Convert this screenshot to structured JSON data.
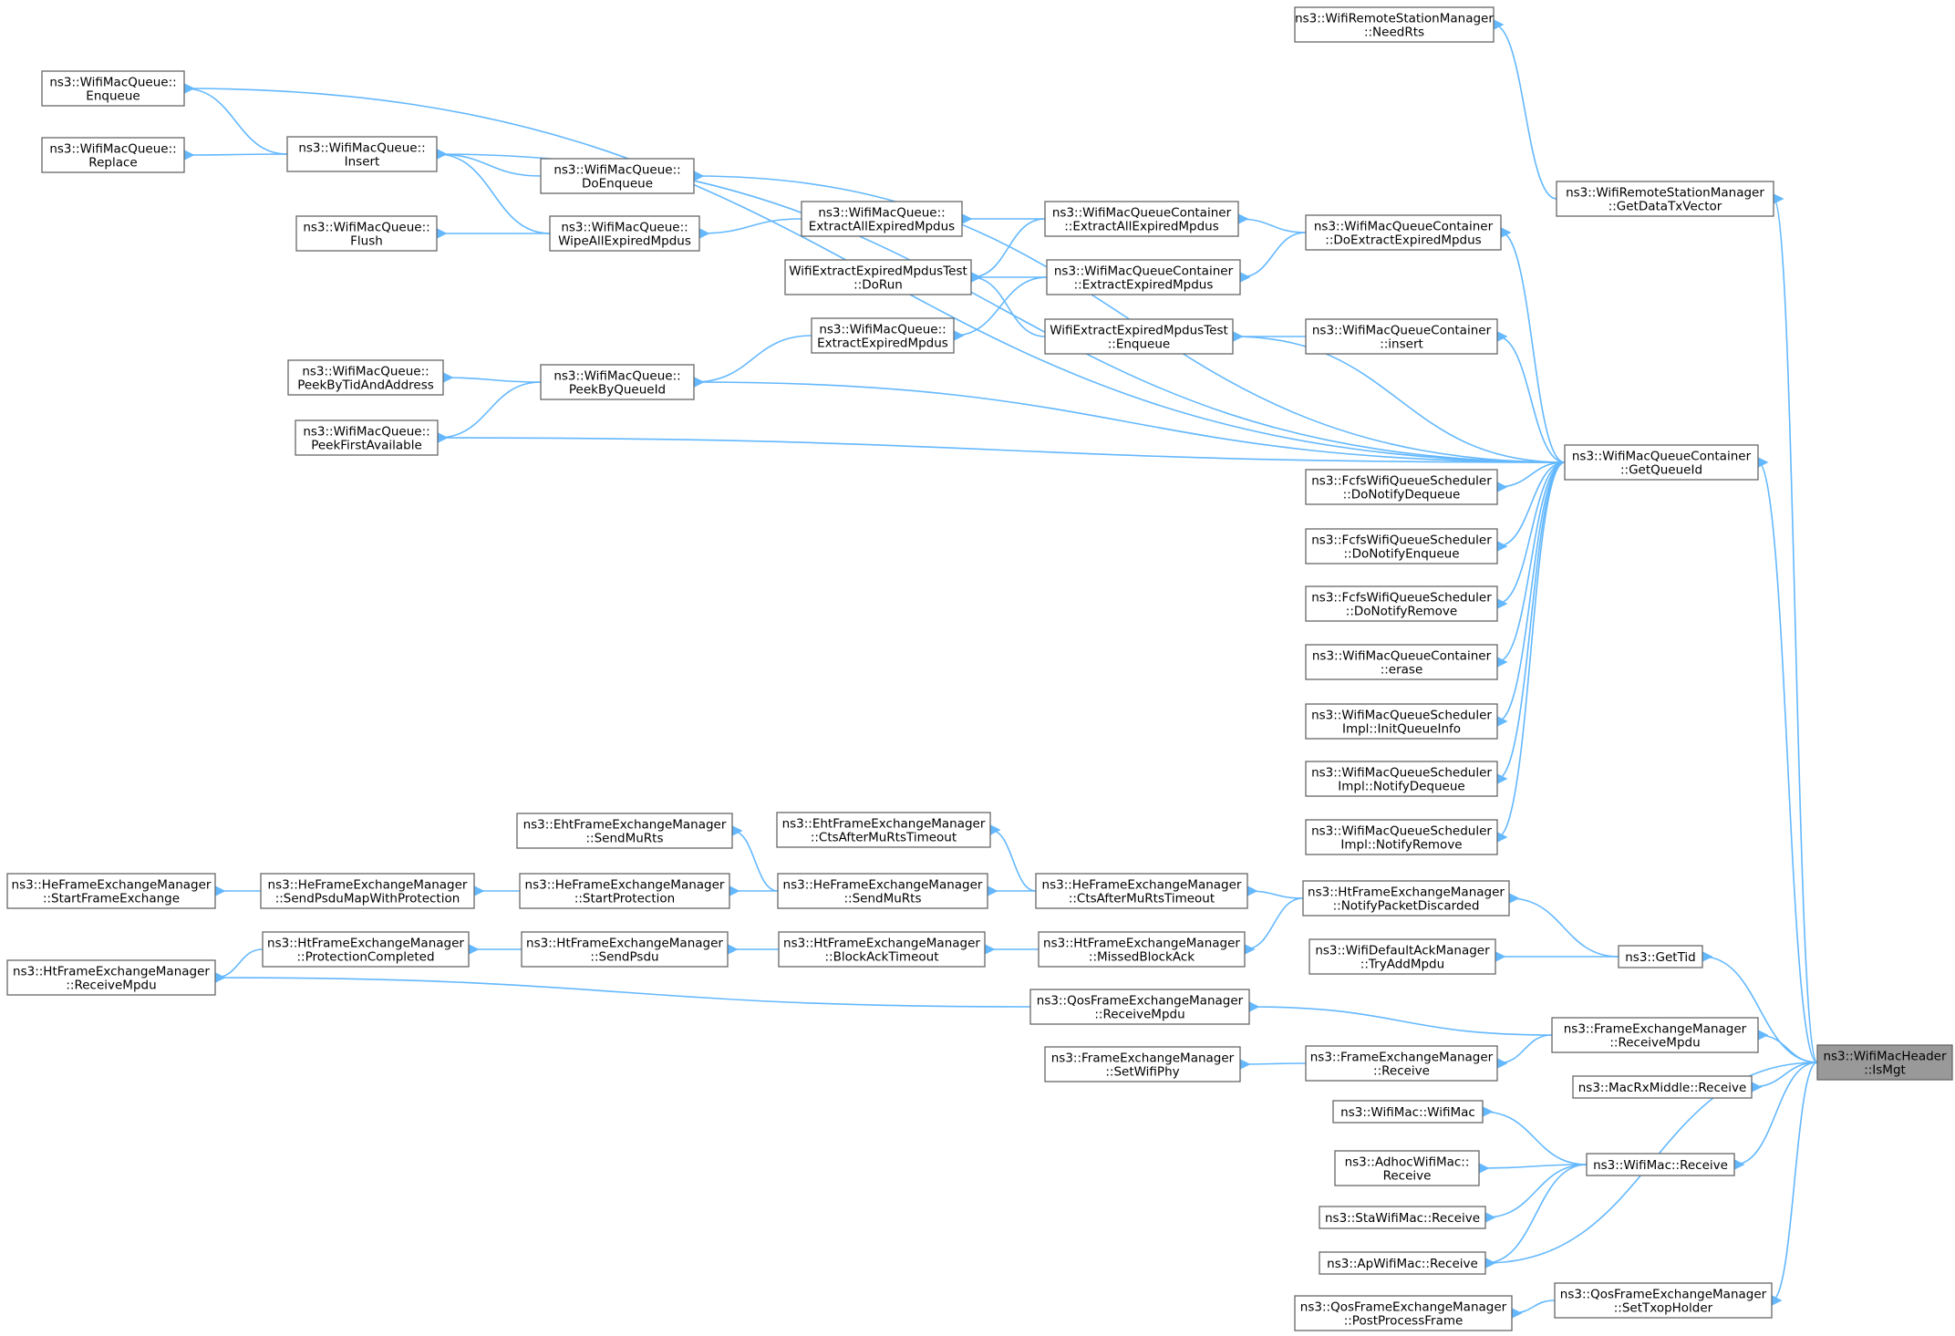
{
  "colors": {
    "edge": "#63b8ff",
    "node_border": "#666666",
    "node_fill": "#ffffff",
    "focus_fill": "#999999"
  },
  "nodes": [
    {
      "id": "ismgt",
      "lines": [
        "ns3::WifiMacHeader",
        "::IsMgt"
      ],
      "focus": true
    },
    {
      "id": "needrts",
      "lines": [
        "ns3::WifiRemoteStationManager",
        "::NeedRts"
      ]
    },
    {
      "id": "getdatatx",
      "lines": [
        "ns3::WifiRemoteStationManager",
        "::GetDataTxVector"
      ]
    },
    {
      "id": "getqueueid",
      "lines": [
        "ns3::WifiMacQueueContainer",
        "::GetQueueId"
      ]
    },
    {
      "id": "gettid",
      "lines": [
        "ns3::GetTid"
      ]
    },
    {
      "id": "fem_receivempdu",
      "lines": [
        "ns3::FrameExchangeManager",
        "::ReceiveMpdu"
      ]
    },
    {
      "id": "macrx",
      "lines": [
        "ns3::MacRxMiddle::Receive"
      ]
    },
    {
      "id": "wifimac_receive",
      "lines": [
        "ns3::WifiMac::Receive"
      ]
    },
    {
      "id": "apwifimac",
      "lines": [
        "ns3::ApWifiMac::Receive"
      ]
    },
    {
      "id": "settxop",
      "lines": [
        "ns3::QosFrameExchangeManager",
        "::SetTxopHolder"
      ]
    },
    {
      "id": "enqueue",
      "lines": [
        "ns3::WifiMacQueue::",
        "Enqueue"
      ]
    },
    {
      "id": "replace",
      "lines": [
        "ns3::WifiMacQueue::",
        "Replace"
      ]
    },
    {
      "id": "insert",
      "lines": [
        "ns3::WifiMacQueue::",
        "Insert"
      ]
    },
    {
      "id": "doenqueue",
      "lines": [
        "ns3::WifiMacQueue::",
        "DoEnqueue"
      ]
    },
    {
      "id": "flush",
      "lines": [
        "ns3::WifiMacQueue::",
        "Flush"
      ]
    },
    {
      "id": "wipe",
      "lines": [
        "ns3::WifiMacQueue::",
        "WipeAllExpiredMpdus"
      ]
    },
    {
      "id": "q_extractall",
      "lines": [
        "ns3::WifiMacQueue::",
        "ExtractAllExpiredMpdus"
      ]
    },
    {
      "id": "c_extractall",
      "lines": [
        "ns3::WifiMacQueueContainer",
        "::ExtractAllExpiredMpdus"
      ]
    },
    {
      "id": "doextract",
      "lines": [
        "ns3::WifiMacQueueContainer",
        "::DoExtractExpiredMpdus"
      ]
    },
    {
      "id": "test_dorun",
      "lines": [
        "WifiExtractExpiredMpdusTest",
        "::DoRun"
      ]
    },
    {
      "id": "c_extract",
      "lines": [
        "ns3::WifiMacQueueContainer",
        "::ExtractExpiredMpdus"
      ]
    },
    {
      "id": "q_extract",
      "lines": [
        "ns3::WifiMacQueue::",
        "ExtractExpiredMpdus"
      ]
    },
    {
      "id": "test_enqueue",
      "lines": [
        "WifiExtractExpiredMpdusTest",
        "::Enqueue"
      ]
    },
    {
      "id": "c_insert",
      "lines": [
        "ns3::WifiMacQueueContainer",
        "::insert"
      ]
    },
    {
      "id": "peekbytid",
      "lines": [
        "ns3::WifiMacQueue::",
        "PeekByTidAndAddress"
      ]
    },
    {
      "id": "peekbyqueue",
      "lines": [
        "ns3::WifiMacQueue::",
        "PeekByQueueId"
      ]
    },
    {
      "id": "peekfirst",
      "lines": [
        "ns3::WifiMacQueue::",
        "PeekFirstAvailable"
      ]
    },
    {
      "id": "fcfs_deq",
      "lines": [
        "ns3::FcfsWifiQueueScheduler",
        "::DoNotifyDequeue"
      ]
    },
    {
      "id": "fcfs_enq",
      "lines": [
        "ns3::FcfsWifiQueueScheduler",
        "::DoNotifyEnqueue"
      ]
    },
    {
      "id": "fcfs_rem",
      "lines": [
        "ns3::FcfsWifiQueueScheduler",
        "::DoNotifyRemove"
      ]
    },
    {
      "id": "c_erase",
      "lines": [
        "ns3::WifiMacQueueContainer",
        "::erase"
      ]
    },
    {
      "id": "sched_init",
      "lines": [
        "ns3::WifiMacQueueScheduler",
        "Impl::InitQueueInfo"
      ]
    },
    {
      "id": "sched_deq",
      "lines": [
        "ns3::WifiMacQueueScheduler",
        "Impl::NotifyDequeue"
      ]
    },
    {
      "id": "sched_rem",
      "lines": [
        "ns3::WifiMacQueueScheduler",
        "Impl::NotifyRemove"
      ]
    },
    {
      "id": "eht_sendmurts",
      "lines": [
        "ns3::EhtFrameExchangeManager",
        "::SendMuRts"
      ]
    },
    {
      "id": "eht_cts",
      "lines": [
        "ns3::EhtFrameExchangeManager",
        "::CtsAfterMuRtsTimeout"
      ]
    },
    {
      "id": "he_startfe",
      "lines": [
        "ns3::HeFrameExchangeManager",
        "::StartFrameExchange"
      ]
    },
    {
      "id": "he_sendpsdumap",
      "lines": [
        "ns3::HeFrameExchangeManager",
        "::SendPsduMapWithProtection"
      ]
    },
    {
      "id": "he_startprot",
      "lines": [
        "ns3::HeFrameExchangeManager",
        "::StartProtection"
      ]
    },
    {
      "id": "he_sendmurts",
      "lines": [
        "ns3::HeFrameExchangeManager",
        "::SendMuRts"
      ]
    },
    {
      "id": "he_cts",
      "lines": [
        "ns3::HeFrameExchangeManager",
        "::CtsAfterMuRtsTimeout"
      ]
    },
    {
      "id": "ht_notify",
      "lines": [
        "ns3::HtFrameExchangeManager",
        "::NotifyPacketDiscarded"
      ]
    },
    {
      "id": "ht_receivempdu",
      "lines": [
        "ns3::HtFrameExchangeManager",
        "::ReceiveMpdu"
      ]
    },
    {
      "id": "ht_protcomp",
      "lines": [
        "ns3::HtFrameExchangeManager",
        "::ProtectionCompleted"
      ]
    },
    {
      "id": "ht_sendpsdu",
      "lines": [
        "ns3::HtFrameExchangeManager",
        "::SendPsdu"
      ]
    },
    {
      "id": "ht_blockack",
      "lines": [
        "ns3::HtFrameExchangeManager",
        "::BlockAckTimeout"
      ]
    },
    {
      "id": "ht_missed",
      "lines": [
        "ns3::HtFrameExchangeManager",
        "::MissedBlockAck"
      ]
    },
    {
      "id": "ack_tryadd",
      "lines": [
        "ns3::WifiDefaultAckManager",
        "::TryAddMpdu"
      ]
    },
    {
      "id": "qos_receivempdu",
      "lines": [
        "ns3::QosFrameExchangeManager",
        "::ReceiveMpdu"
      ]
    },
    {
      "id": "fem_receive",
      "lines": [
        "ns3::FrameExchangeManager",
        "::Receive"
      ]
    },
    {
      "id": "fem_setphy",
      "lines": [
        "ns3::FrameExchangeManager",
        "::SetWifiPhy"
      ]
    },
    {
      "id": "wifimac_ctor",
      "lines": [
        "ns3::WifiMac::WifiMac"
      ]
    },
    {
      "id": "adhoc",
      "lines": [
        "ns3::AdhocWifiMac::",
        "Receive"
      ]
    },
    {
      "id": "sta",
      "lines": [
        "ns3::StaWifiMac::Receive"
      ]
    },
    {
      "id": "qos_postprocess",
      "lines": [
        "ns3::QosFrameExchangeManager",
        "::PostProcessFrame"
      ]
    }
  ],
  "edges": [
    [
      "needrts",
      "getdatatx"
    ],
    [
      "getdatatx",
      "ismgt"
    ],
    [
      "getqueueid",
      "ismgt"
    ],
    [
      "gettid",
      "ismgt"
    ],
    [
      "fem_receivempdu",
      "ismgt"
    ],
    [
      "macrx",
      "ismgt"
    ],
    [
      "wifimac_receive",
      "ismgt"
    ],
    [
      "apwifimac",
      "ismgt"
    ],
    [
      "settxop",
      "ismgt"
    ],
    [
      "enqueue",
      "getqueueid"
    ],
    [
      "enqueue",
      "insert"
    ],
    [
      "replace",
      "insert"
    ],
    [
      "insert",
      "getqueueid"
    ],
    [
      "insert",
      "doenqueue"
    ],
    [
      "insert",
      "wipe"
    ],
    [
      "doenqueue",
      "getqueueid"
    ],
    [
      "flush",
      "wipe"
    ],
    [
      "wipe",
      "q_extractall"
    ],
    [
      "q_extractall",
      "c_extractall"
    ],
    [
      "c_extractall",
      "doextract"
    ],
    [
      "test_dorun",
      "c_extractall"
    ],
    [
      "test_dorun",
      "c_extract"
    ],
    [
      "test_dorun",
      "test_enqueue"
    ],
    [
      "c_extract",
      "doextract"
    ],
    [
      "q_extract",
      "c_extract"
    ],
    [
      "doextract",
      "getqueueid"
    ],
    [
      "test_enqueue",
      "getqueueid"
    ],
    [
      "test_enqueue",
      "c_insert"
    ],
    [
      "c_insert",
      "getqueueid"
    ],
    [
      "peekbytid",
      "peekbyqueue"
    ],
    [
      "peekfirst",
      "peekbyqueue"
    ],
    [
      "peekbyqueue",
      "q_extract"
    ],
    [
      "peekbyqueue",
      "getqueueid"
    ],
    [
      "peekfirst",
      "getqueueid"
    ],
    [
      "fcfs_deq",
      "getqueueid"
    ],
    [
      "fcfs_enq",
      "getqueueid"
    ],
    [
      "fcfs_rem",
      "getqueueid"
    ],
    [
      "c_erase",
      "getqueueid"
    ],
    [
      "sched_init",
      "getqueueid"
    ],
    [
      "sched_deq",
      "getqueueid"
    ],
    [
      "sched_rem",
      "getqueueid"
    ],
    [
      "eht_sendmurts",
      "he_sendmurts"
    ],
    [
      "eht_cts",
      "he_cts"
    ],
    [
      "he_startfe",
      "he_sendpsdumap"
    ],
    [
      "he_sendpsdumap",
      "he_startprot"
    ],
    [
      "he_startprot",
      "he_sendmurts"
    ],
    [
      "he_sendmurts",
      "he_cts"
    ],
    [
      "he_cts",
      "ht_notify"
    ],
    [
      "ht_notify",
      "gettid"
    ],
    [
      "ht_receivempdu",
      "ht_protcomp"
    ],
    [
      "ht_protcomp",
      "ht_sendpsdu"
    ],
    [
      "ht_sendpsdu",
      "ht_blockack"
    ],
    [
      "ht_blockack",
      "ht_missed"
    ],
    [
      "ht_missed",
      "ht_notify"
    ],
    [
      "ack_tryadd",
      "gettid"
    ],
    [
      "ht_receivempdu",
      "qos_receivempdu"
    ],
    [
      "qos_receivempdu",
      "fem_receivempdu"
    ],
    [
      "fem_receive",
      "fem_receivempdu"
    ],
    [
      "fem_setphy",
      "fem_receive"
    ],
    [
      "wifimac_ctor",
      "wifimac_receive"
    ],
    [
      "adhoc",
      "wifimac_receive"
    ],
    [
      "sta",
      "wifimac_receive"
    ],
    [
      "apwifimac",
      "wifimac_receive"
    ],
    [
      "qos_postprocess",
      "settxop"
    ]
  ]
}
